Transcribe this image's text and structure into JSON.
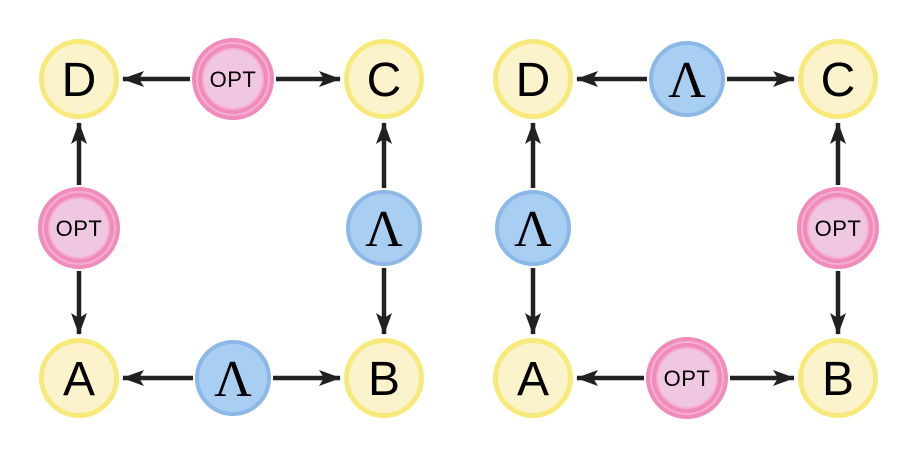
{
  "colors": {
    "canvas_bg": "#FFFFFF",
    "corner_fill": "#FBF3CC",
    "corner_stroke": "#F7E97A",
    "blue_fill": "#A8CEF2",
    "blue_stroke": "#8CB8E8",
    "pink_fill": "#F0C7E0",
    "pink_stroke": "#F08CBA",
    "pink_inner_ring": "#F6AFD2",
    "arrow": "#212121",
    "label": "#000000"
  },
  "diagrams": [
    {
      "name": "left-square",
      "corners": {
        "top_left": "D",
        "top_right": "C",
        "bottom_left": "A",
        "bottom_right": "B"
      },
      "edges": {
        "top": {
          "label": "OPT",
          "type": "opt"
        },
        "left": {
          "label": "OPT",
          "type": "opt"
        },
        "right": {
          "label": "Λ",
          "type": "lambda"
        },
        "bottom": {
          "label": "Λ",
          "type": "lambda"
        }
      }
    },
    {
      "name": "right-square",
      "corners": {
        "top_left": "D",
        "top_right": "C",
        "bottom_left": "A",
        "bottom_right": "B"
      },
      "edges": {
        "top": {
          "label": "Λ",
          "type": "lambda"
        },
        "left": {
          "label": "Λ",
          "type": "lambda"
        },
        "right": {
          "label": "OPT",
          "type": "opt"
        },
        "bottom": {
          "label": "OPT",
          "type": "opt"
        }
      }
    }
  ]
}
